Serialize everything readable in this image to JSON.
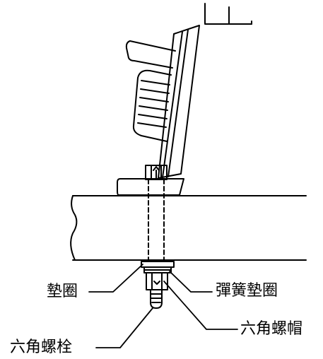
{
  "labels": {
    "washer": "墊圈",
    "spring_washer": "彈簧墊圈",
    "hex_nut": "六角螺帽",
    "hex_bolt": "六角螺栓"
  },
  "colors": {
    "line": "#000000",
    "background": "#ffffff"
  }
}
